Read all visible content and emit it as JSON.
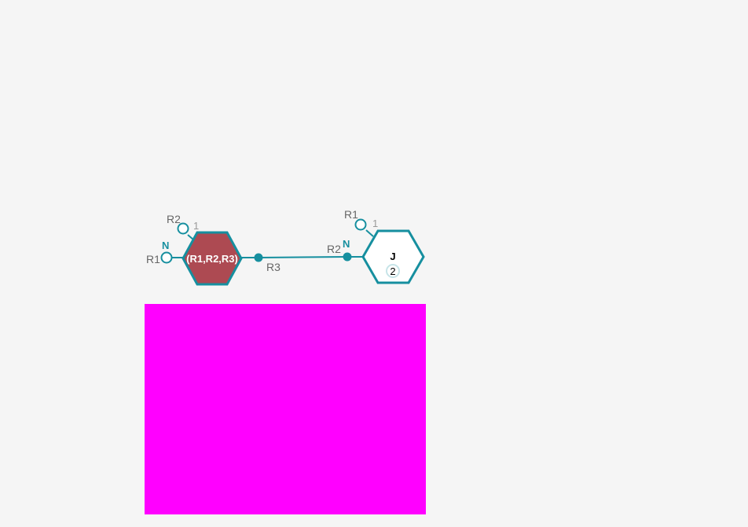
{
  "colors": {
    "background": "#f5f5f5",
    "stroke": "#168f9f",
    "monomer_fill": "#ad4a52",
    "label_gray": "#666666",
    "n_label": "#168f9f",
    "magenta_panel": "#ff00ff",
    "counter_ring": "#c7e4e8"
  },
  "monomer_1": {
    "label": "(R1,R2,R3)",
    "index": "1",
    "n_label": "N",
    "r1_label": "R1",
    "r2_label": "R2",
    "r3_label": "R3"
  },
  "monomer_2": {
    "label": "J",
    "index": "1",
    "count": "2",
    "n_label": "N",
    "r1_label": "R1",
    "r2_label": "R2"
  },
  "icons": {
    "open_attachment": "open-circle",
    "connected_attachment": "filled-circle"
  }
}
